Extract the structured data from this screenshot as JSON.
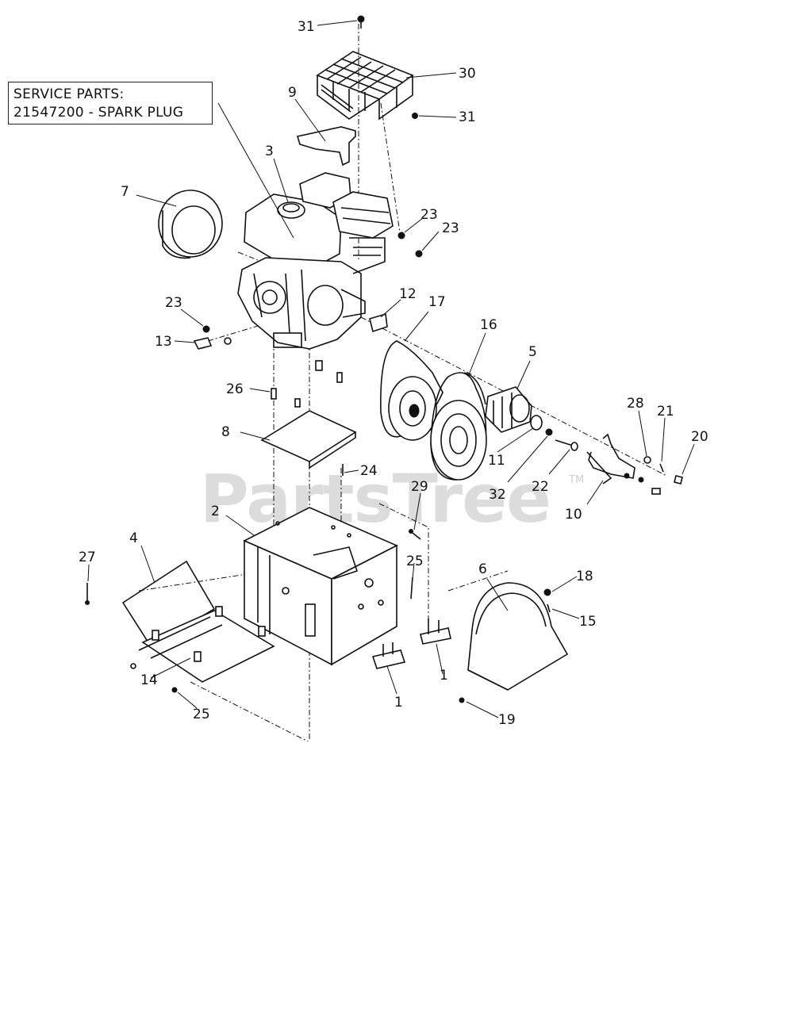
{
  "service_parts": {
    "line1": "SERVICE PARTS:",
    "line2": "21547200 - SPARK PLUG"
  },
  "watermark": {
    "text": "PartsTree",
    "tm": "TM"
  },
  "callouts": {
    "c31a": "31",
    "c30": "30",
    "c31b": "31",
    "c9": "9",
    "c3": "3",
    "c7": "7",
    "c23a": "23",
    "c23b": "23",
    "c23c": "23",
    "c13": "13",
    "c12": "12",
    "c17": "17",
    "c16": "16",
    "c5": "5",
    "c26": "26",
    "c8": "8",
    "c28": "28",
    "c21": "21",
    "c20": "20",
    "c11": "11",
    "c24": "24",
    "c29": "29",
    "c32": "32",
    "c22": "22",
    "c10": "10",
    "c2": "2",
    "c4": "4",
    "c27": "27",
    "c25a": "25",
    "c6": "6",
    "c18": "18",
    "c15": "15",
    "c14": "14",
    "c1a": "1",
    "c1b": "1",
    "c25b": "25",
    "c19": "19"
  }
}
